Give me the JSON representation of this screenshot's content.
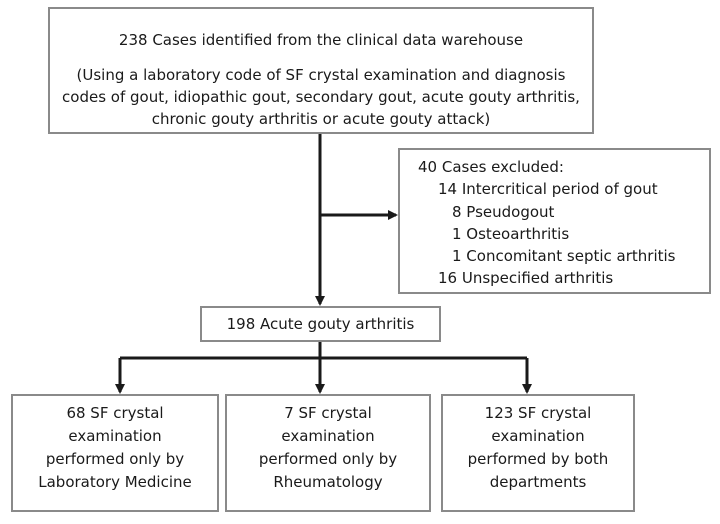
{
  "top": {
    "title": "238 Cases identified from the clinical data warehouse",
    "lines": [
      "(Using a laboratory code of SF crystal examination and diagnosis",
      "codes of gout, idiopathic gout, secondary gout, acute gouty arthritis,",
      "chronic gouty arthritis or acute gouty attack)"
    ]
  },
  "excluded": {
    "title": "40 Cases excluded:",
    "items": [
      "14 Intercritical period of gout",
      "8 Pseudogout",
      "1 Osteoarthritis",
      "1 Concomitant septic arthritis",
      "16 Unspecified arthritis"
    ]
  },
  "middle": {
    "label": "198 Acute gouty arthritis"
  },
  "bottom": [
    {
      "lines": [
        "68 SF crystal",
        "examination",
        "performed only by",
        "Laboratory Medicine"
      ]
    },
    {
      "lines": [
        "7 SF crystal",
        "examination",
        "performed only by",
        "Rheumatology"
      ]
    },
    {
      "lines": [
        "123 SF crystal",
        "examination",
        "performed by both",
        "departments"
      ]
    }
  ]
}
